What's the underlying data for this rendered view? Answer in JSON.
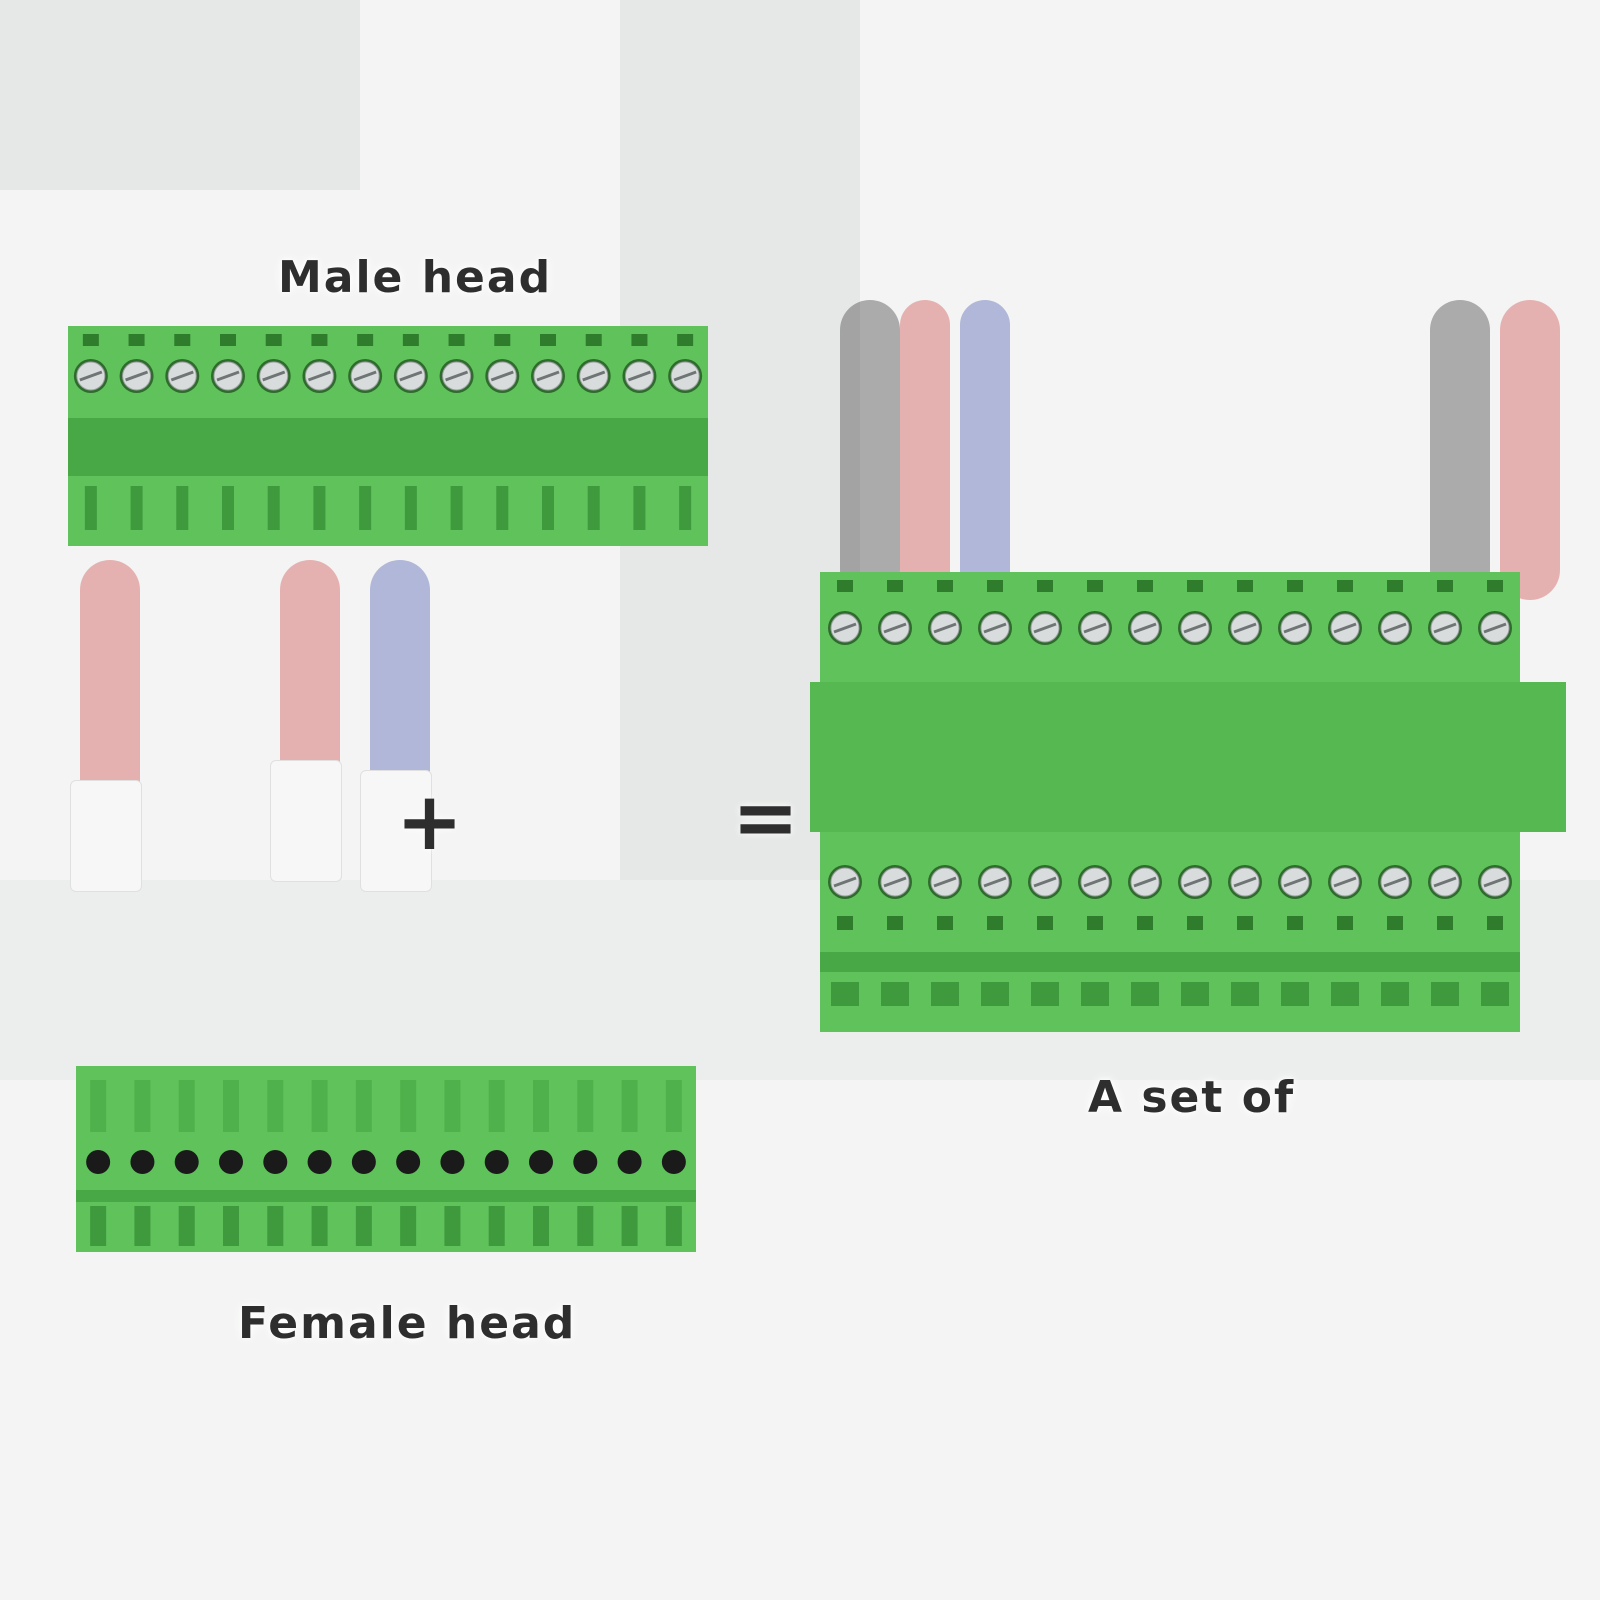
{
  "labels": {
    "male_head": "Male head",
    "female_head": "Female head",
    "set": "A set of"
  },
  "symbols": {
    "plus": "+",
    "equals": "="
  },
  "connector": {
    "pin_count": 14,
    "body_color": "#5fc25a",
    "shade_color": "#47a845",
    "hole_color": "#1a1a1a",
    "screw_color": "#d9dcdc"
  }
}
